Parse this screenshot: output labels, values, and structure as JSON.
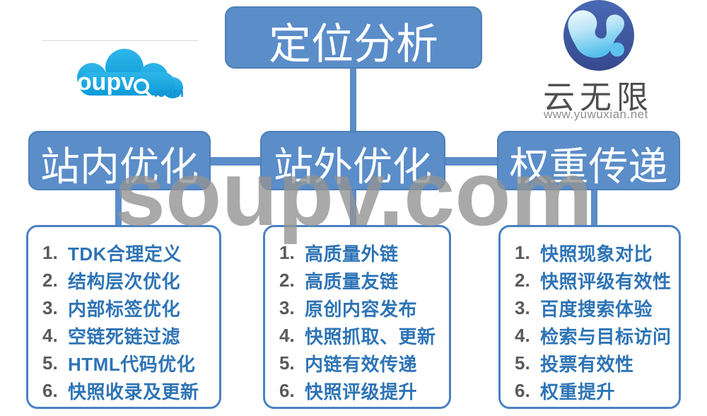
{
  "root": {
    "label": "定位分析"
  },
  "branches": [
    {
      "title": "站内优化",
      "items": [
        {
          "num": "1.",
          "text": "TDK合理定义"
        },
        {
          "num": "2.",
          "text": "结构层次优化"
        },
        {
          "num": "3.",
          "text": "内部标签优化"
        },
        {
          "num": "4.",
          "text": "空链死链过滤"
        },
        {
          "num": "5.",
          "text": "HTML代码优化"
        },
        {
          "num": "6.",
          "text": "快照收录及更新"
        }
      ]
    },
    {
      "title": "站外优化",
      "items": [
        {
          "num": "1.",
          "text": "高质量外链"
        },
        {
          "num": "2.",
          "text": "高质量友链"
        },
        {
          "num": "3.",
          "text": "原创内容发布"
        },
        {
          "num": "4.",
          "text": "快照抓取、更新"
        },
        {
          "num": "5.",
          "text": "内链有效传递"
        },
        {
          "num": "6.",
          "text": "快照评级提升"
        }
      ]
    },
    {
      "title": "权重传递",
      "items": [
        {
          "num": "1.",
          "text": "快照现象对比"
        },
        {
          "num": "2.",
          "text": "快照评级有效性"
        },
        {
          "num": "3.",
          "text": "百度搜索体验"
        },
        {
          "num": "4.",
          "text": "检索与目标访问"
        },
        {
          "num": "5.",
          "text": "投票有效性"
        },
        {
          "num": "6.",
          "text": "权重提升"
        }
      ]
    }
  ],
  "watermark": "soupv.com",
  "logo_left": {
    "name": "soupv",
    "tld": ".com"
  },
  "logo_right": {
    "name": "云无限",
    "site": "www.yuwuxian.net"
  },
  "colors": {
    "node_blue": "#5b8dc9",
    "list_border_blue": "#4a80c2",
    "item_text_blue": "#2e74b5",
    "item_number_gray": "#595a5c",
    "watermark_gray": "#949494",
    "cloud_blue": "#1daae3",
    "logo_circle_blue": "#3d56a3"
  }
}
